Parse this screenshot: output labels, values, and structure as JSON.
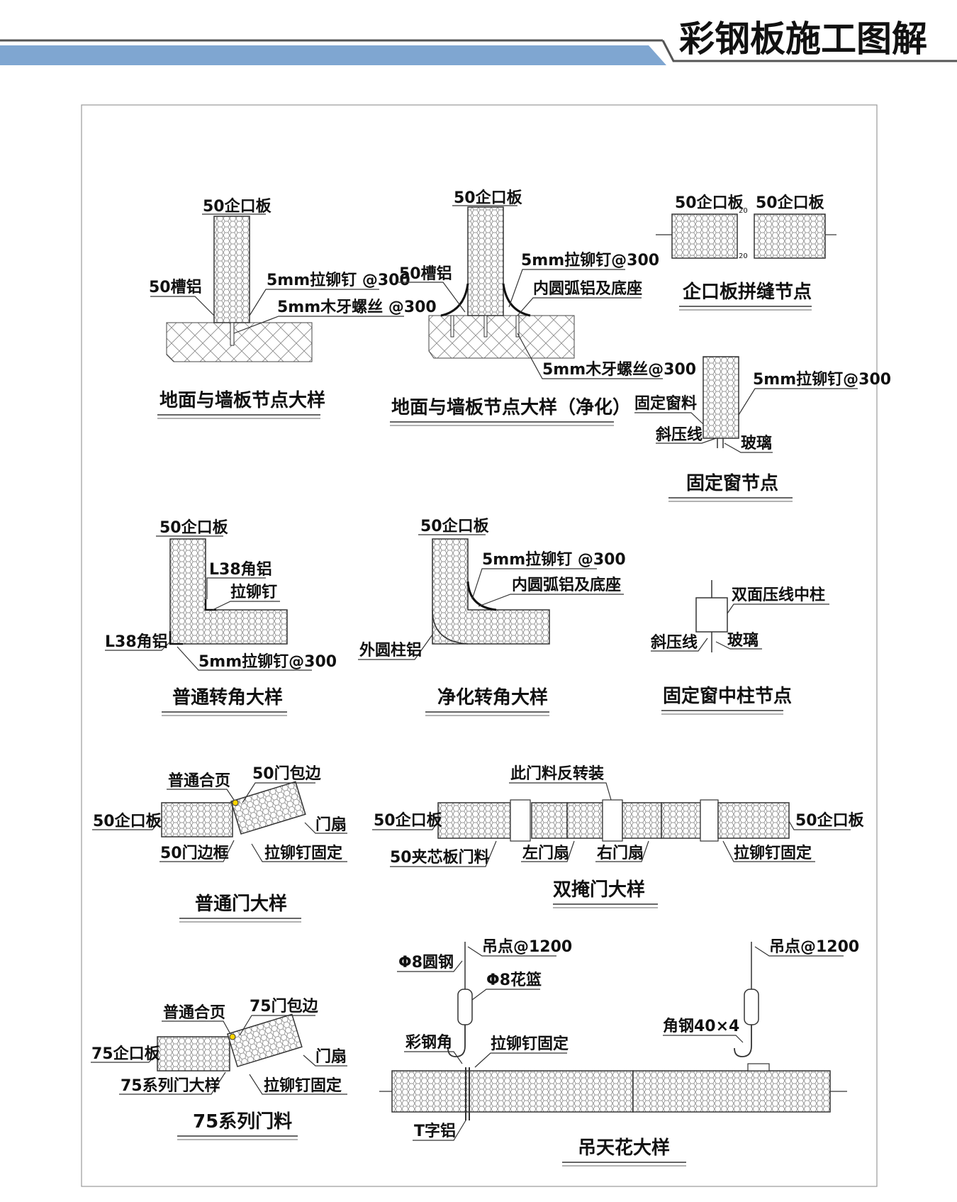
{
  "header": {
    "title": "彩钢板施工图解",
    "accent_color": "#7fa6d1",
    "rule_color": "#555555"
  },
  "details": {
    "ground_wall": {
      "title": "地面与墙板节点大样",
      "panel": "50企口板",
      "channel": "50槽铝",
      "rivet": "5mm拉铆钉 @300",
      "screw": "5mm木牙螺丝 @300"
    },
    "ground_wall_clean": {
      "title": "地面与墙板节点大样（净化）",
      "panel": "50企口板",
      "channel": "50槽铝",
      "rivet": "5mm拉铆钉@300",
      "cove": "内圆弧铝及底座",
      "screw": "5mm木牙螺丝@300"
    },
    "panel_joint": {
      "title": "企口板拼缝节点",
      "panel_left": "50企口板",
      "panel_right": "50企口板",
      "gap_top": "20",
      "gap_bottom": "20"
    },
    "fixed_window": {
      "title": "固定窗节点",
      "frame": "固定窗料",
      "rivet": "5mm拉铆钉@300",
      "bead": "斜压线",
      "glass": "玻璃"
    },
    "corner_normal": {
      "title": "普通转角大样",
      "panel": "50企口板",
      "angle_top": "L38角铝",
      "rivet": "拉铆钉",
      "angle_bottom": "L38角铝",
      "rivet_spacing": "5mm拉铆钉@300"
    },
    "corner_clean": {
      "title": "净化转角大样",
      "panel": "50企口板",
      "rivet": "5mm拉铆钉 @300",
      "cove": "内圆弧铝及底座",
      "outer": "外圆柱铝"
    },
    "window_mullion": {
      "title": "固定窗中柱节点",
      "mullion": "双面压线中柱",
      "bead": "斜压线",
      "glass": "玻璃"
    },
    "door_normal": {
      "title": "普通门大样",
      "hinge": "普通合页",
      "trim": "50门包边",
      "panel": "50企口板",
      "leaf": "门扇",
      "frame": "50门边框",
      "rivet": "拉铆钉固定"
    },
    "door_double": {
      "title": "双掩门大样",
      "reverse": "此门料反转装",
      "panel_left": "50企口板",
      "panel_right": "50企口板",
      "frame": "50夹芯板门料",
      "leaf_left": "左门扇",
      "leaf_right": "右门扇",
      "rivet": "拉铆钉固定"
    },
    "door_75": {
      "title": "75系列门料",
      "hinge": "普通合页",
      "trim": "75门包边",
      "panel": "75企口板",
      "leaf": "门扇",
      "frame": "75系列门大样",
      "rivet": "拉铆钉固定"
    },
    "ceiling": {
      "title": "吊天花大样",
      "rod": "Φ8圆钢",
      "hanger_left": "吊点@1200",
      "turnbuckle": "Φ8花篮",
      "angle": "彩钢角",
      "rivet": "拉铆钉固定",
      "hanger_right": "吊点@1200",
      "steel_angle": "角钢40×4",
      "t_bar": "T字铝"
    }
  }
}
